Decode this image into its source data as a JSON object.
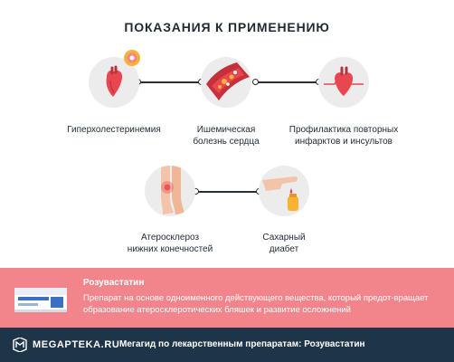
{
  "header": {
    "title": "ПОКАЗАНИЯ К ПРИМЕНЕНИЮ"
  },
  "indications": [
    {
      "line1": "Гиперхолестеринемия",
      "line2": "",
      "icon": "heart-icon"
    },
    {
      "line1": "Ишемическая",
      "line2": "болезнь сердца",
      "icon": "artery-icon"
    },
    {
      "line1": "Профилактика повторных",
      "line2": "инфарктов и инсультов",
      "icon": "heart-pulse-icon"
    },
    {
      "line1": "Атеросклероз",
      "line2": "нижних конечностей",
      "icon": "legs-icon"
    },
    {
      "line1": "Сахарный",
      "line2": "диабет",
      "icon": "glucose-test-icon"
    }
  ],
  "drug": {
    "name": "Розувастатин",
    "description": "Препарат на основе одноименного действующего вещества, который предот-вращает образование атеросклеротических бляшек и развитие осложнений"
  },
  "footer": {
    "logo": "MEGAPTEKA.RU",
    "text": "Мегагид по лекарственным препаратам: Розувастатин"
  },
  "colors": {
    "banner": "#f2858c",
    "footer": "#1e3448",
    "accent_red": "#e8474f",
    "circle_bg": "#ececec"
  }
}
